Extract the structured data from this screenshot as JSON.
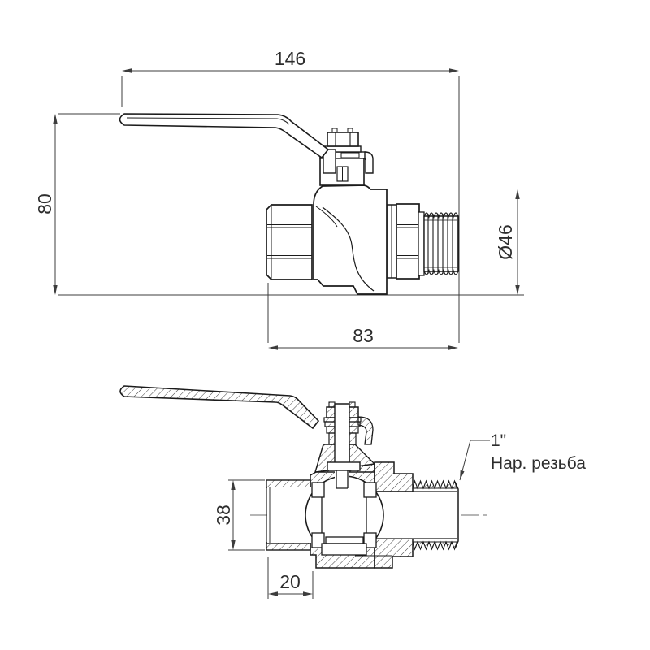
{
  "dimensions": {
    "overall_length": "146",
    "overall_height": "80",
    "body_length": "83",
    "outer_diameter": "Ø46",
    "bore_diameter": "38",
    "thread_engagement": "20"
  },
  "callout": {
    "thread_size": "1\"",
    "thread_type": "Нар. резьба"
  },
  "colors": {
    "background": "#ffffff",
    "outline": "#1b1b1b",
    "dimension_lines": "#3c3c3c",
    "text": "#2d2d2d",
    "centerline": "#6e6e6e"
  }
}
